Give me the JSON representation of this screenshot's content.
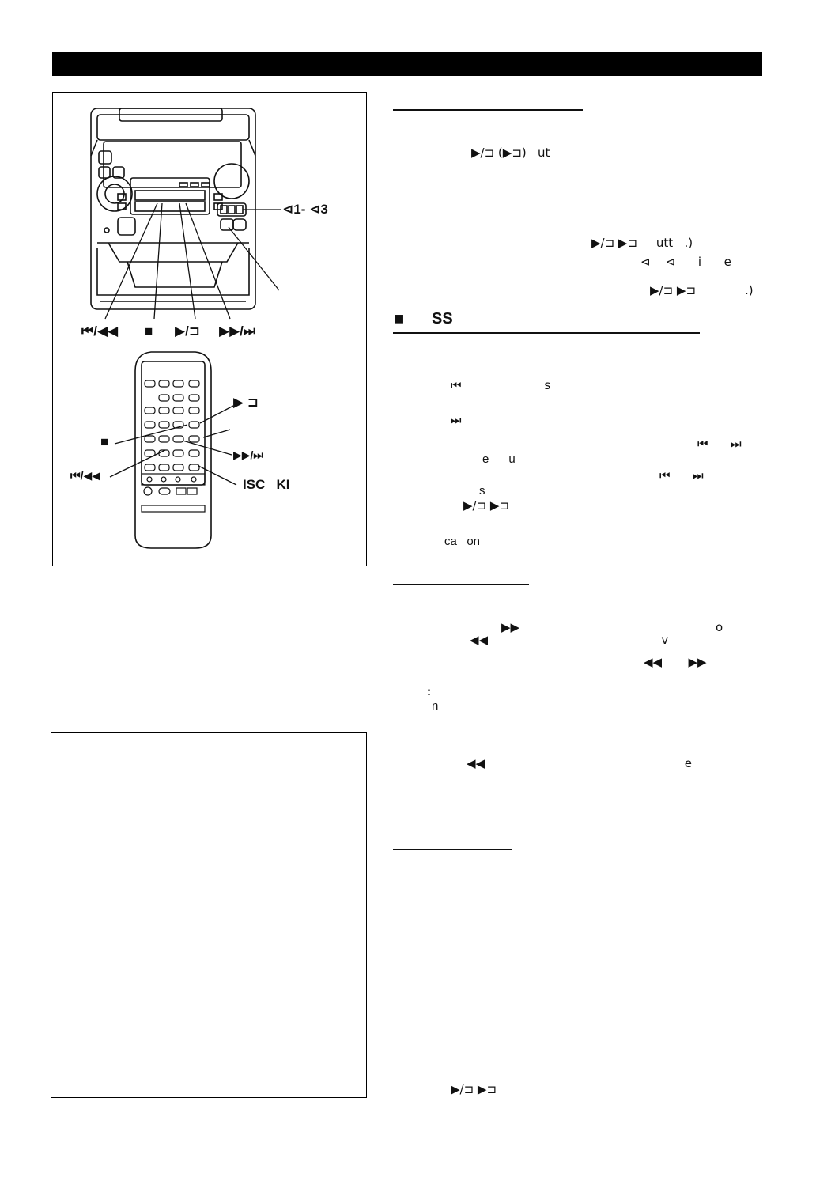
{
  "top_bar_color": "#000000",
  "illustration": {
    "unit_labels": {
      "disc_buttons": "⊲1- ⊲3",
      "prev_rew": "⏮/◀◀",
      "stop": "■",
      "play_dir": "▶/⊐",
      "ff_next": "▶▶/⏭"
    },
    "remote_labels": {
      "play_dir": "▶ ⊐",
      "stop": "■",
      "ff_next": "▶▶/⏭",
      "prev_rew": "⏮/◀◀",
      "disc_skip": "ISC   KI"
    }
  },
  "right_column": {
    "line_play": "▶/⊐ (▶⊐)   ut",
    "line_button_a": "▶/⊐ ▶⊐     utt   .)",
    "line_disc": "⊲    ⊲      i      e",
    "line_button_b": "▶/⊐ ▶⊐             .)",
    "section_icon": "■",
    "section_heading": "SS",
    "line_prev": "⏮                      s",
    "line_next": "⏭",
    "line_skip_pair": "⏮      ⏭",
    "line_eu": "e      u",
    "line_skip_pair_2": "⏮      ⏭",
    "line_s": "s",
    "line_play_2": "▶/⊐ ▶⊐",
    "line_caon": "ca   on",
    "line_ff_o": "▶▶                                                    o",
    "line_rew_v": "◀◀                                              v",
    "line_rew_ff": "◀◀       ▶▶",
    "line_colon": ":",
    "line_n": "n",
    "line_rew_e": "◀◀                                                     e",
    "line_play_3": "▶/⊐ ▶⊐"
  }
}
